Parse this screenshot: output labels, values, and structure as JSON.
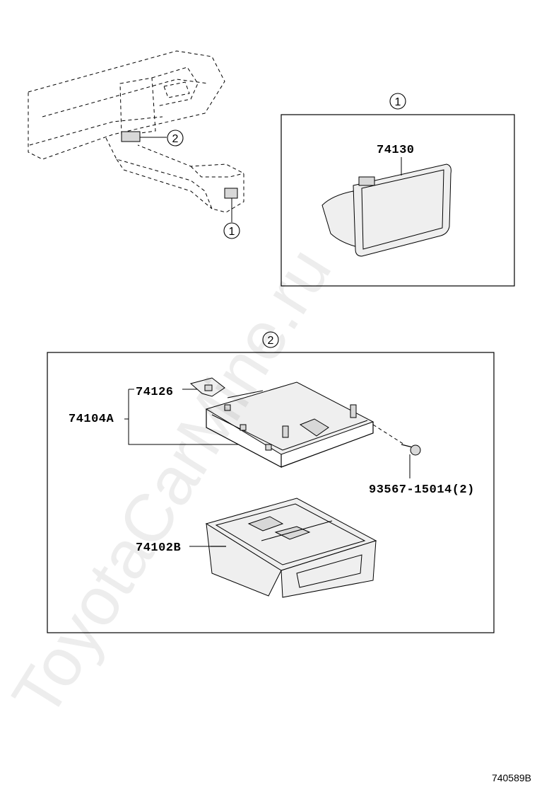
{
  "callouts": {
    "one": "1",
    "two": "2"
  },
  "panel_one": {
    "part": "74130"
  },
  "panel_two": {
    "bracket_assy": "74104A",
    "bracket_piece": "74126",
    "screw": "93567-15014(2)",
    "box": "74102B"
  },
  "reference_code": "740589B",
  "watermark": "ToyotaCarMine.ru"
}
